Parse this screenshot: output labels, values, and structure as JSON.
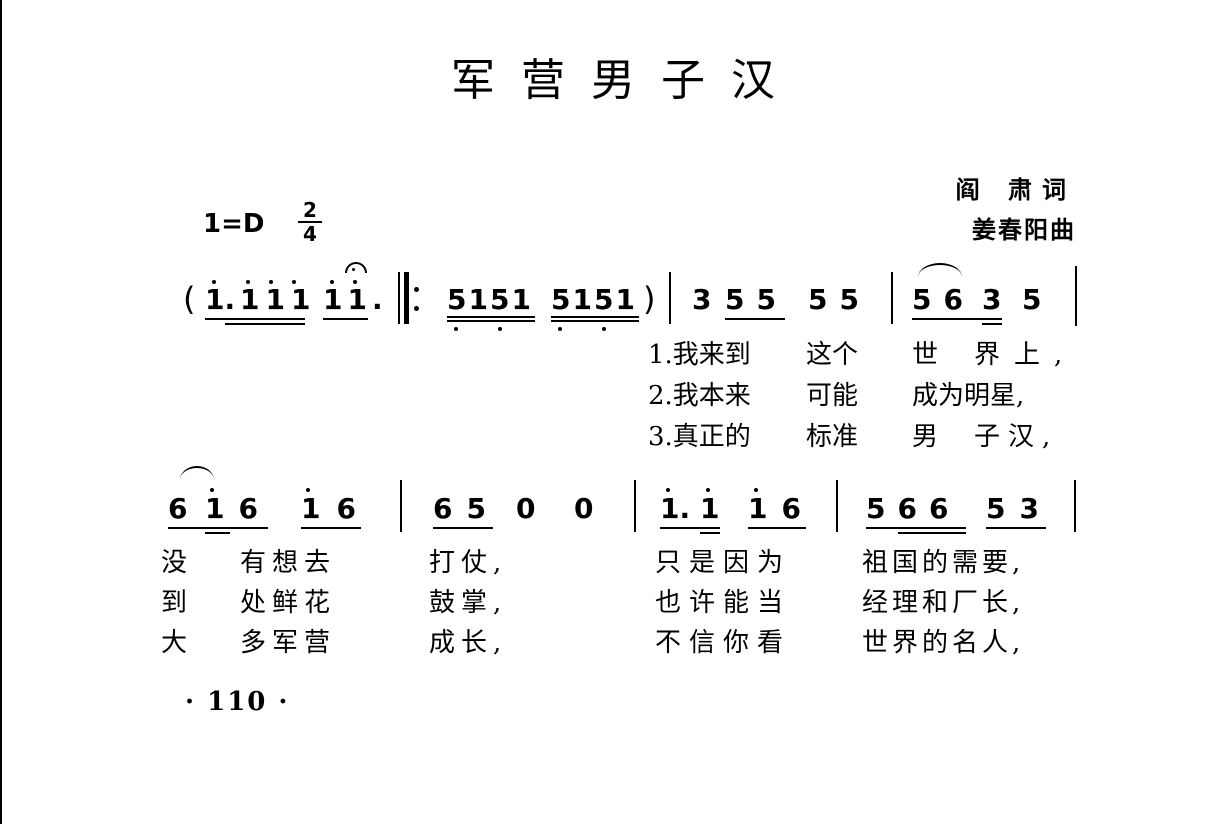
{
  "title": "军营男子汉",
  "credits": {
    "lyrics": "阎 肃词",
    "music": "姜春阳曲"
  },
  "key_signature": "1=D",
  "time_signature": {
    "top": "2",
    "bottom": "4"
  },
  "row1": {
    "paren_open": "(",
    "paren_close": ")",
    "intro_a": "1.",
    "intro_b": "111",
    "intro_c": "11.",
    "rep_a": "5151",
    "rep_b": "5151",
    "m1_a": "3",
    "m1_b": "55",
    "m1_c": "55",
    "m2_a": "56",
    "m2_b": "3",
    "m2_c": "5"
  },
  "row2": {
    "m1_a": "6",
    "m1_b": "16",
    "m1_c": "16",
    "m2_a": "65",
    "m2_b": "0",
    "m2_c": "0",
    "m3_a": "1.",
    "m3_b": "1",
    "m3_c": "16",
    "m4_a": "566",
    "m4_b": "53"
  },
  "verses_row1": [
    {
      "a": "1.我来到",
      "b": "这个",
      "c": "世",
      "d": "界上,"
    },
    {
      "a": "2.我本来",
      "b": "可能",
      "c": "成为明星,"
    },
    {
      "a": "3.真正的",
      "b": "标准",
      "c": "男",
      "d": "子汉,"
    }
  ],
  "verses_row2": [
    {
      "a": "没",
      "b": "有想去",
      "c": "打仗,",
      "d": "只是因为",
      "e": "祖国的需要,"
    },
    {
      "a": "到",
      "b": "处鲜花",
      "c": "鼓掌,",
      "d": "也许能当",
      "e": "经理和厂长,"
    },
    {
      "a": "大",
      "b": "多军营",
      "c": "成长,",
      "d": "不信你看",
      "e": "世界的名人,"
    }
  ],
  "page_number": "· 110 ·"
}
